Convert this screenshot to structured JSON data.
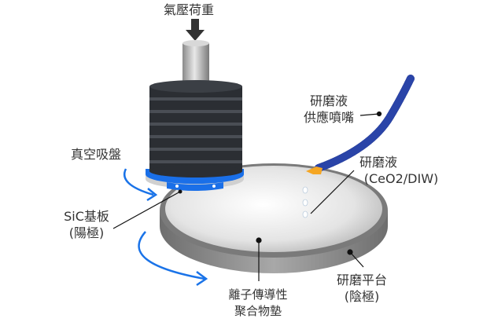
{
  "labels": {
    "load": "氣壓荷重",
    "nozzle_line1": "研磨液",
    "nozzle_line2": "供應噴嘴",
    "chuck": "真空吸盤",
    "slurry_line1": "研磨液",
    "slurry_line2": "(CeO2/DIW)",
    "substrate_line1": "SiC基板",
    "substrate_line2": "(陽極)",
    "platen_line1": "研磨平台",
    "platen_line2": "(陰極)",
    "pad_line1": "離子傳導性",
    "pad_line2": "聚合物墊"
  },
  "colors": {
    "rotation_arrow": "#1a73e8",
    "ring": "#1a6fe8",
    "hose": "#1b2f86",
    "nozzle_tip": "#f5a623",
    "stack": "#2b2e33"
  }
}
